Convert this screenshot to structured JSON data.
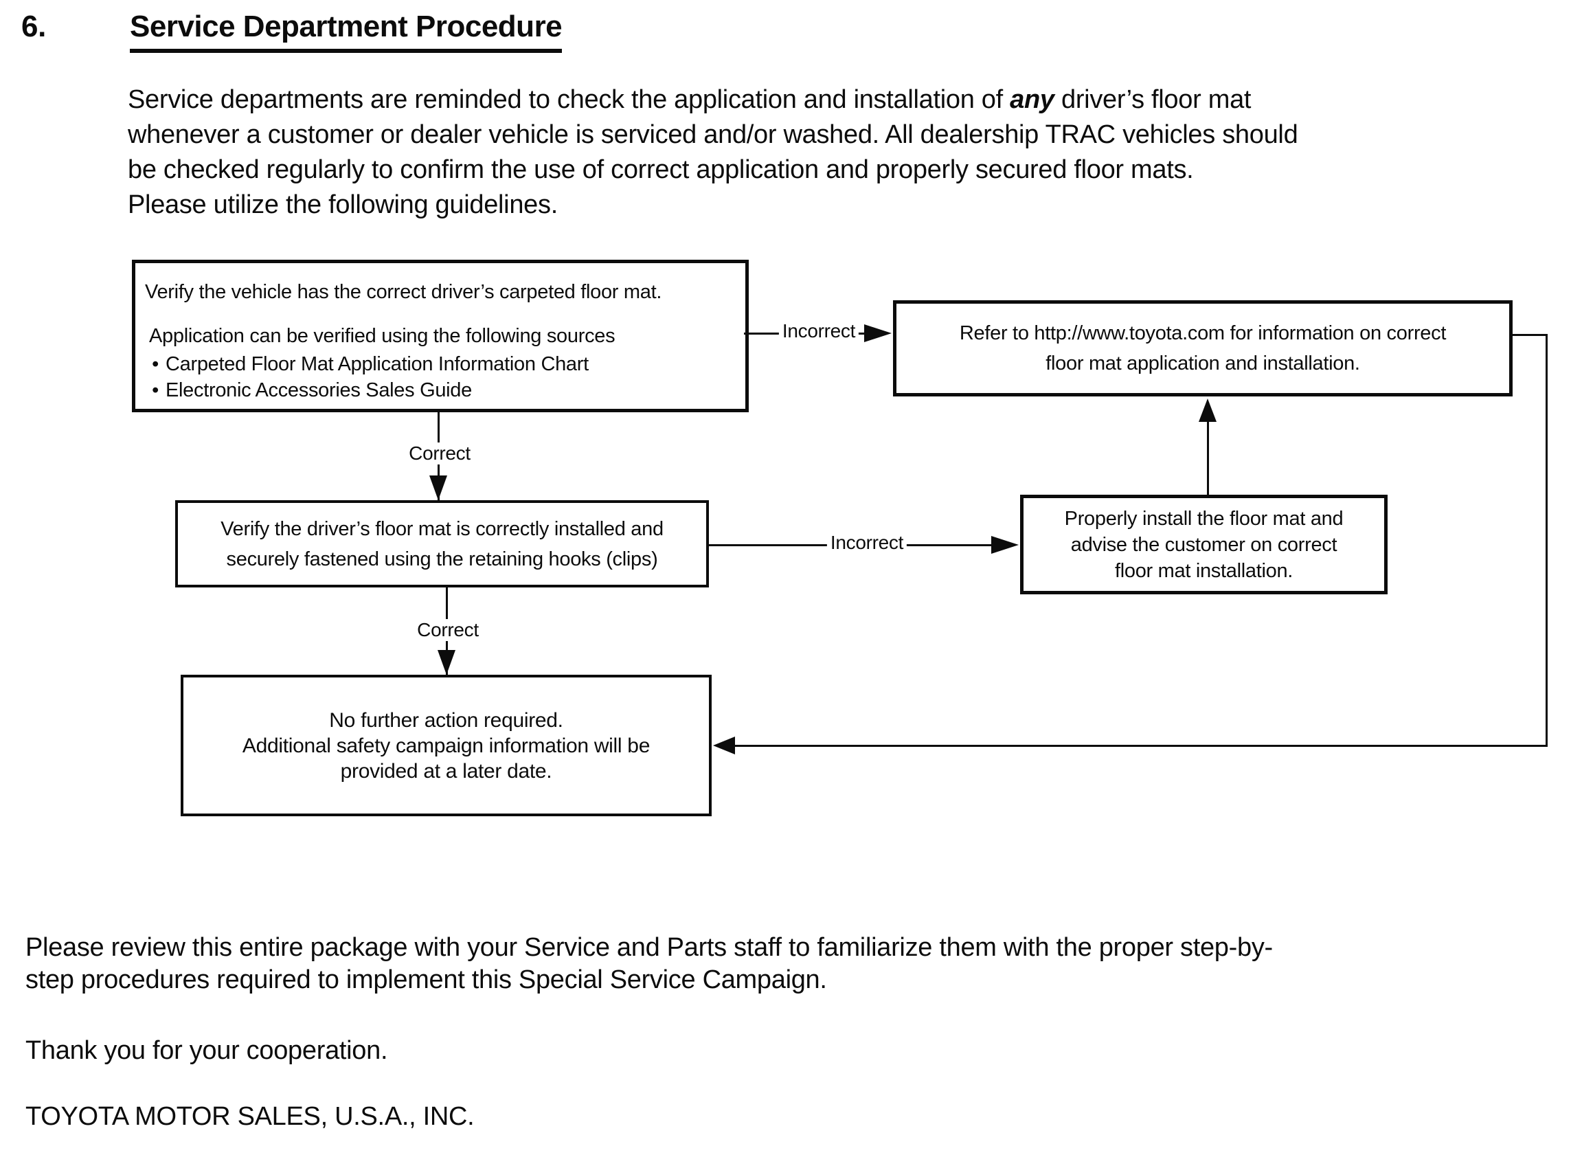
{
  "heading": {
    "number": "6.",
    "title": "Service Department Procedure"
  },
  "intro": {
    "line1_pre": "Service departments are reminded to check the application and installation of ",
    "line1_bold": "any",
    "line1_post": " driver’s floor mat",
    "line2": "whenever a customer or dealer vehicle is serviced and/or washed.  All dealership TRAC vehicles should",
    "line3": "be checked regularly to confirm the use of correct application and properly secured floor mats.",
    "line4": "Please utilize the following guidelines."
  },
  "flowchart": {
    "box1": {
      "line1": "Verify the vehicle has the correct driver’s carpeted floor mat.",
      "line2": "Application can be verified using the following sources",
      "bullet_char": "•",
      "bullets": [
        "Carpeted Floor Mat Application Information Chart",
        "Electronic Accessories Sales Guide"
      ]
    },
    "box2": {
      "lines": [
        "Refer to http://www.toyota.com for information on correct",
        "floor mat application and installation."
      ]
    },
    "box3": {
      "lines": [
        "Verify the driver’s floor mat is correctly installed and",
        "securely fastened using the retaining hooks (clips)"
      ]
    },
    "box4": {
      "lines": [
        "Properly install the floor mat and",
        "advise the customer on correct",
        "floor mat installation."
      ]
    },
    "box5": {
      "lines": [
        "No further action required.",
        "Additional safety campaign information will be",
        "provided at a later date."
      ]
    },
    "labels": {
      "correct1": "Correct",
      "incorrect1": "Incorrect",
      "correct2": "Correct",
      "incorrect2": "Incorrect"
    }
  },
  "footer": {
    "review_line1": "Please review this entire package with your Service and Parts staff to familiarize them with the proper step-by-",
    "review_line2": "step procedures required to implement this Special Service Campaign.",
    "thanks": "Thank you for your cooperation.",
    "company": "TOYOTA MOTOR SALES, U.S.A., INC."
  },
  "colors": {
    "text": "#0c0c0c",
    "background": "#ffffff"
  }
}
